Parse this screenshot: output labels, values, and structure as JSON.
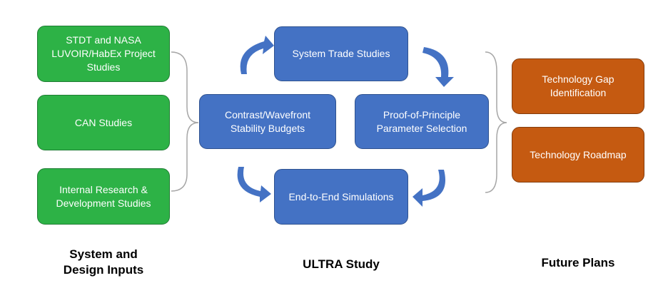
{
  "inputs": {
    "boxes": [
      "STDT and NASA LUVOIR/HabEx Project Studies",
      "CAN Studies",
      "Internal Research & Development Studies"
    ],
    "heading_line1": "System and",
    "heading_line2": "Design Inputs"
  },
  "study": {
    "top": "System Trade Studies",
    "left_line1": "Contrast/Wavefront",
    "left_line2": "Stability Budgets",
    "right_line1": "Proof-of-Principle",
    "right_line2": "Parameter Selection",
    "bottom": "End-to-End Simulations",
    "heading": "ULTRA Study"
  },
  "plans": {
    "boxes": [
      "Technology Gap Identification",
      "Technology Roadmap"
    ],
    "heading": "Future Plans"
  },
  "colors": {
    "inputs": "#2db246",
    "study": "#4472c4",
    "plans": "#c55a11",
    "arrows": "#4472c4"
  }
}
